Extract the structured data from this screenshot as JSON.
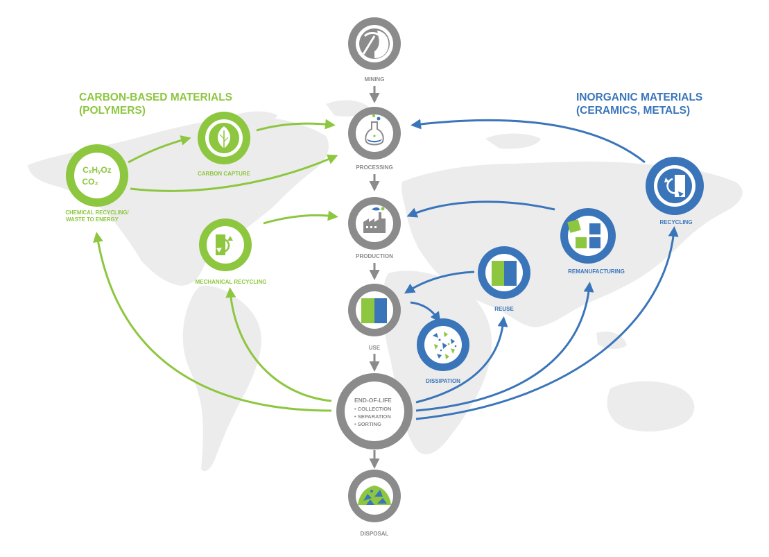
{
  "colors": {
    "green": "#8dc63f",
    "blue": "#3a75ba",
    "gray": "#8b8b8b",
    "map": "#ececec"
  },
  "headings": {
    "carbon_line1": "CARBON-BASED MATERIALS",
    "carbon_line2": "(POLYMERS)",
    "inorganic_line1": "INORGANIC MATERIALS",
    "inorganic_line2": "(CERAMICS, METALS)"
  },
  "nodes": {
    "mining": "MINING",
    "processing": "PROCESSING",
    "production": "PRODUCTION",
    "use": "USE",
    "end_of_life_title": "END-OF-LIFE",
    "end_of_life_items": [
      "• COLLECTION",
      "• SEPARATION",
      "• SORTING"
    ],
    "disposal": "DISPOSAL",
    "carbon_capture": "CARBON CAPTURE",
    "chemical_recycling_line1": "CHEMICAL RECYCLING/",
    "chemical_recycling_line2": "WASTE TO ENERGY",
    "chemical_formula_1": "CₓHᵧOz",
    "chemical_formula_2": "CO₂",
    "mechanical_recycling": "MECHANICAL RECYCLING",
    "reuse": "REUSE",
    "dissipation": "DISSIPATION",
    "remanufacturing": "REMANUFACTURING",
    "recycling": "RECYCLING"
  },
  "icons": {
    "mining": "pickaxe-rock-icon",
    "processing": "flask-icon",
    "production": "factory-icon",
    "use": "material-blocks-icon",
    "disposal": "waste-heap-icon",
    "carbon_capture": "leaf-icon",
    "mechanical_recycling": "recycle-block-icon",
    "reuse": "material-blocks-icon",
    "dissipation": "scattered-fragments-icon",
    "remanufacturing": "squares-icon",
    "recycling": "recycle-block-icon"
  }
}
